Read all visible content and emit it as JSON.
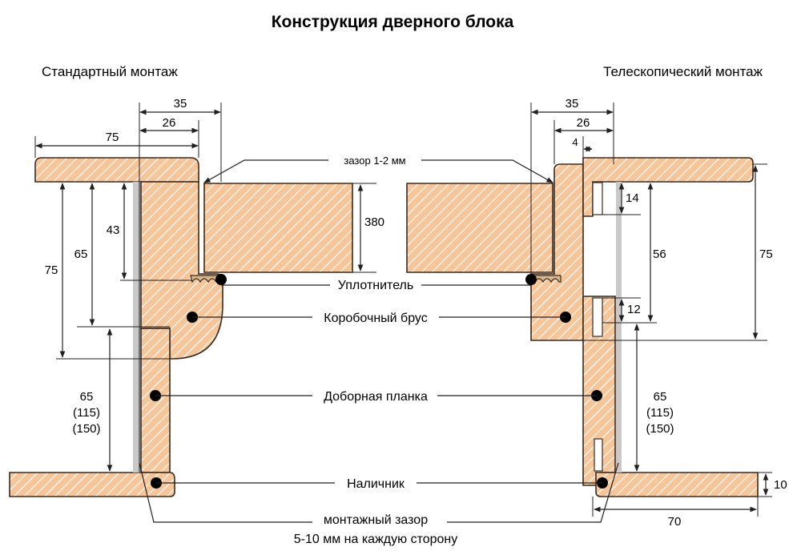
{
  "title": "Конструкция дверного блока",
  "left_heading": "Стандартный монтаж",
  "right_heading": "Телескопический монтаж",
  "callouts": {
    "gap_note": "зазор 1-2 мм",
    "seal": "Уплотнитель",
    "frame_bar": "Коробочный брус",
    "extension_board": "Доборная планка",
    "trim": "Наличник",
    "mount_gap_line1": "монтажный зазор",
    "mount_gap_line2": "5-10 мм на каждую сторону"
  },
  "left_dims": {
    "d35": "35",
    "d26": "26",
    "d75_top": "75",
    "d43": "43",
    "d65": "65",
    "d75": "75",
    "d65b": "65",
    "d115": "(115)",
    "d150": "(150)"
  },
  "center_dims": {
    "d380": "380"
  },
  "right_dims": {
    "d35": "35",
    "d26": "26",
    "d4": "4",
    "d14": "14",
    "d56": "56",
    "d75": "75",
    "d12": "12",
    "d65": "65",
    "d115": "(115)",
    "d150": "(150)",
    "d10": "10",
    "d70": "70"
  },
  "colors": {
    "wood": "#f6c69a",
    "hatch": "#ffffff",
    "outline": "#3a2a1e",
    "gap": "#c9c9c9"
  }
}
